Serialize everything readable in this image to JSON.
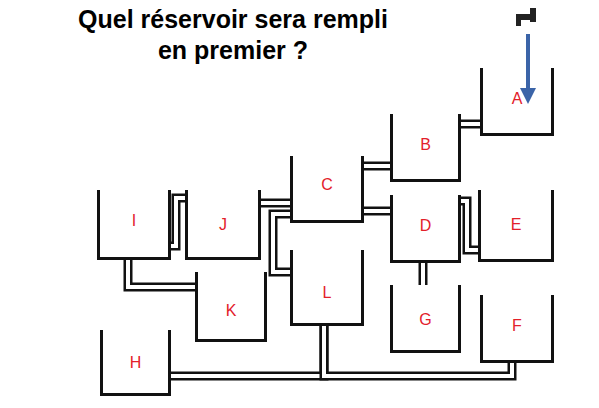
{
  "diagram": {
    "title": "Quel réservoir sera rempli en premier ?",
    "nodes": [
      {
        "text": [
          "A"
        ]
      },
      {
        "text": [
          "B"
        ]
      },
      {
        "text": [
          "C"
        ]
      },
      {
        "text": [
          "D"
        ]
      },
      {
        "text": [
          "E"
        ]
      },
      {
        "text": [
          "I"
        ]
      },
      {
        "text": [
          "J"
        ]
      },
      {
        "text": [
          "K"
        ]
      },
      {
        "text": [
          "L"
        ]
      },
      {
        "text": [
          "G"
        ]
      },
      {
        "text": [
          "F"
        ]
      },
      {
        "text": [
          "H"
        ]
      }
    ],
    "edges": [
      {
        "from": 0,
        "to": 1,
        "arrow": "none"
      },
      {
        "from": 1,
        "to": 2,
        "arrow": "none"
      },
      {
        "from": 2,
        "to": 3,
        "arrow": "none"
      },
      {
        "from": 2,
        "to": 6,
        "arrow": "none"
      },
      {
        "from": 2,
        "to": 8,
        "arrow": "none"
      },
      {
        "from": 3,
        "to": 4,
        "arrow": "none"
      },
      {
        "from": 3,
        "to": 9,
        "arrow": "none"
      },
      {
        "from": 6,
        "to": 5,
        "arrow": "none"
      },
      {
        "from": 5,
        "to": 7,
        "arrow": "none"
      },
      {
        "from": 8,
        "to": 11,
        "arrow": "none"
      },
      {
        "from": 8,
        "to": 10,
        "arrow": "none"
      }
    ]
  }
}
